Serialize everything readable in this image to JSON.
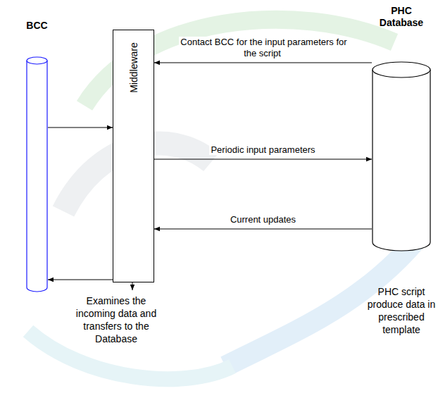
{
  "diagram": {
    "nodes": [
      {
        "text": [
          "BCC"
        ]
      },
      {
        "text": [
          "Middleware"
        ]
      },
      {
        "text": [
          "PHC Database"
        ]
      }
    ],
    "edges": [
      {
        "from": 2,
        "to": 1,
        "label": "Contact BCC for the input parameters for the script",
        "arrow": "to"
      },
      {
        "from": 0,
        "to": 1,
        "arrow": "to"
      },
      {
        "from": 1,
        "to": 2,
        "label": "Periodic input parameters",
        "arrow": "to"
      },
      {
        "from": 2,
        "to": 1,
        "label": "Current updates",
        "arrow": "to"
      },
      {
        "from": 1,
        "to": 0,
        "arrow": "to"
      }
    ],
    "labels": [
      "Examines the incoming data and transfers to the Database",
      "PHC script produce data in prescribed template"
    ]
  }
}
